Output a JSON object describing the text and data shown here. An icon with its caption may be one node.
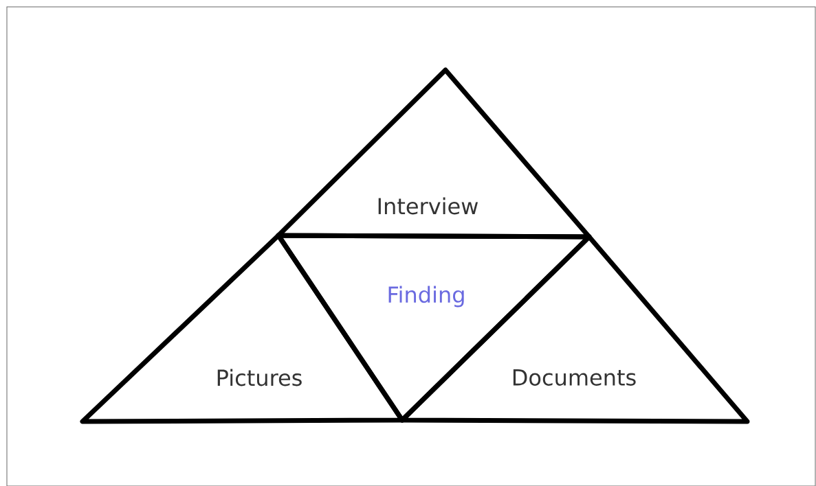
{
  "diagram": {
    "nodes": [
      {
        "text": [
          "Interview"
        ]
      },
      {
        "text": [
          "Pictures"
        ]
      },
      {
        "text": [
          "Finding"
        ]
      },
      {
        "text": [
          "Documents"
        ]
      }
    ]
  }
}
